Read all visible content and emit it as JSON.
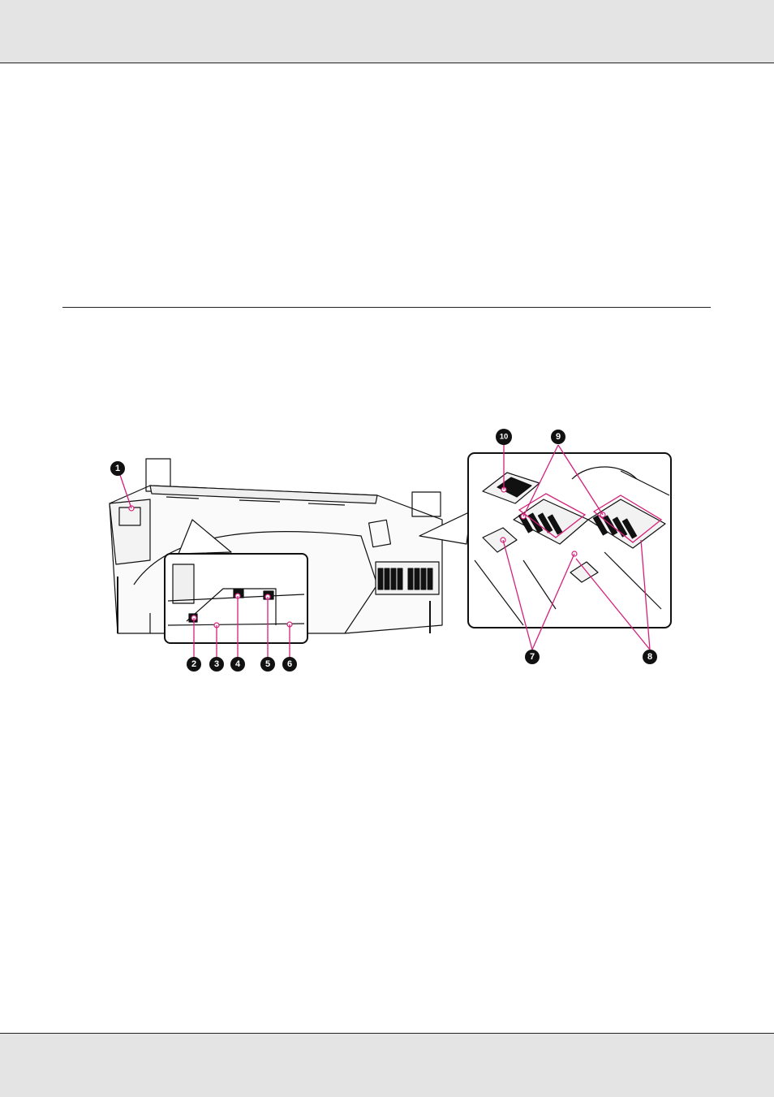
{
  "header": {
    "text": ""
  },
  "footer": {
    "text": ""
  },
  "figure": {
    "callouts": [
      {
        "id": "1",
        "label": "1"
      },
      {
        "id": "2",
        "label": "2"
      },
      {
        "id": "3",
        "label": "3"
      },
      {
        "id": "4",
        "label": "4"
      },
      {
        "id": "5",
        "label": "5"
      },
      {
        "id": "6",
        "label": "6"
      },
      {
        "id": "7",
        "label": "7"
      },
      {
        "id": "8",
        "label": "8"
      },
      {
        "id": "9",
        "label": "9"
      },
      {
        "id": "10",
        "label": "10"
      }
    ],
    "colors": {
      "leader": "#d4207a",
      "callout": "#111111",
      "band": "#e4e4e4"
    }
  }
}
